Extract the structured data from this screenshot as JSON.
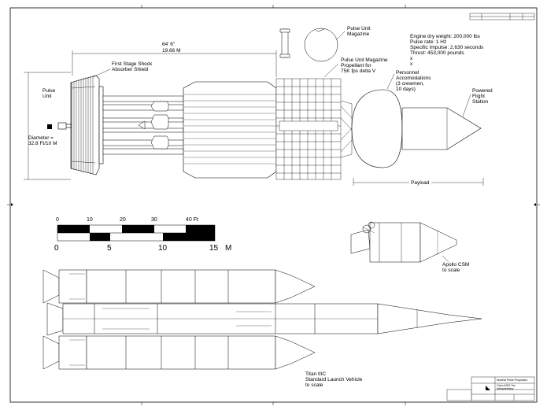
{
  "labels": {
    "length_dim": "64' 6\"",
    "length_dim_m": "19.66 M",
    "shock_absorber": [
      "First Stage Shock",
      "Absorber Shield"
    ],
    "pulse_unit": [
      "Pulse",
      "Unit"
    ],
    "diameter": [
      "Diameter =",
      "32.8 Ft/10 M"
    ],
    "pulse_unit_magazine": [
      "Pulse Unit",
      "Magazine"
    ],
    "magazine_propellant": [
      "Pulse Unit Magazine",
      "Propellant for",
      "75K fps delta V"
    ],
    "specs": [
      "Engine dry weight: 200,000 lbs",
      "Pulse rate: 1 Hz",
      "Specific Impulse: 2,630 seconds",
      "Thrust: 453,000 pounds",
      "x",
      "x"
    ],
    "personnel": [
      "Personnel",
      "Accomodations",
      "(3 crewmen,",
      "10 days)"
    ],
    "flight_station": [
      "Powered",
      "Flight",
      "Station"
    ],
    "payload": "Payload",
    "apollo": [
      "Apollo CSM",
      "to scale"
    ],
    "titan": [
      "Titan IIIC",
      "Standard Launch Vehicle",
      "to scale"
    ]
  },
  "scale_bar": {
    "ft_ticks": [
      "0",
      "10",
      "20",
      "30",
      "40 Ft"
    ],
    "m_ticks": [
      "0",
      "5",
      "10",
      "15",
      "M"
    ]
  },
  "title_block": {
    "title": "Nuclear Pulse Propulsion",
    "subtitle": [
      "Orion 4000 Ton",
      "Interplanetary"
    ]
  }
}
